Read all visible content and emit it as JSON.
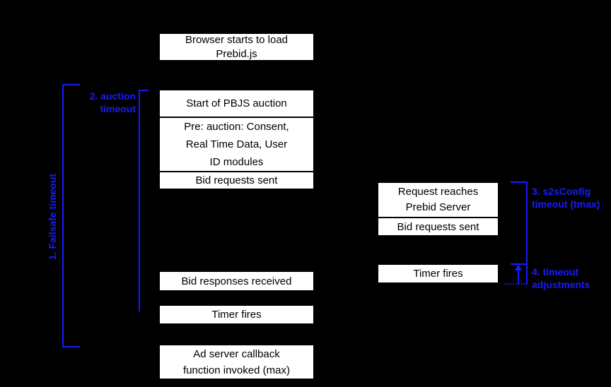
{
  "colors": {
    "background": "#000000",
    "box_fill": "#ffffff",
    "box_border": "#000000",
    "annotation_blue": "#1a1aff",
    "box_text": "#000000"
  },
  "client_column": {
    "boxes": [
      {
        "label": "Browser starts to load\nPrebid.js"
      },
      {
        "label": "Start of PBJS auction"
      },
      {
        "label": "Pre: auction: Consent,\nReal Time Data, User\nID modules"
      },
      {
        "label": "Bid requests sent"
      },
      {
        "label": "Bid responses received"
      },
      {
        "label": "Timer fires"
      },
      {
        "label": "Ad server callback\nfunction invoked (max)"
      }
    ]
  },
  "server_column": {
    "boxes": [
      {
        "label": "Request reaches\nPrebid Server"
      },
      {
        "label": "Bid requests sent"
      },
      {
        "label": "Timer fires"
      }
    ]
  },
  "annotations": {
    "failsafe_timeout": "1. Failsafe timeout",
    "auction_timeout": "2. auction\ntimeout",
    "s2s_timeout": "3. s2sConfig\ntimeout (tmax)",
    "timeout_adjustments": "4. timeout\nadjustments"
  }
}
